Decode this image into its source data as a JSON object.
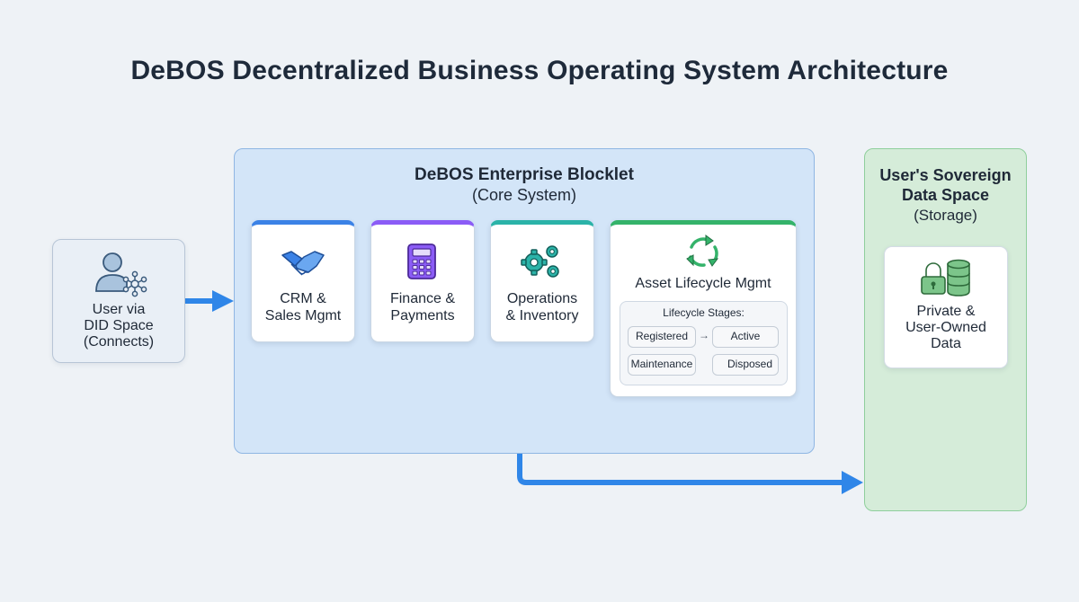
{
  "title": "DeBOS Decentralized Business Operating System Architecture",
  "user": {
    "line1": "User via",
    "line2": "DID Space",
    "line3": "(Connects)",
    "icon": "user-network-icon"
  },
  "core": {
    "title": "DeBOS Enterprise Blocklet",
    "subtitle": "(Core System)",
    "modules": [
      {
        "line1": "CRM &",
        "line2": "Sales Mgmt",
        "icon": "handshake-icon",
        "accent": "#3b82e6"
      },
      {
        "line1": "Finance &",
        "line2": "Payments",
        "icon": "calculator-icon",
        "accent": "#8b5cf6"
      },
      {
        "line1": "Operations",
        "line2": "& Inventory",
        "icon": "gears-icon",
        "accent": "#2bb3a8"
      },
      {
        "line1": "Asset Lifecycle Mgmt",
        "icon": "cycle-arrows-icon",
        "accent": "#34b36a"
      }
    ],
    "lifecycle": {
      "heading": "Lifecycle Stages:",
      "stages": [
        "Registered",
        "Active",
        "Maintenance",
        "Disposed"
      ],
      "arrow": "→"
    }
  },
  "storage": {
    "line1": "User's Sovereign",
    "line2": "Data Space",
    "subtitle": "(Storage)",
    "card_line1": "Private &",
    "card_line2": "User-Owned",
    "card_line3": "Data",
    "icon": "lock-database-icon"
  },
  "colors": {
    "flow": "#2f86e8",
    "core_bg": "#d3e5f8",
    "storage_bg": "#d5ecd9"
  }
}
